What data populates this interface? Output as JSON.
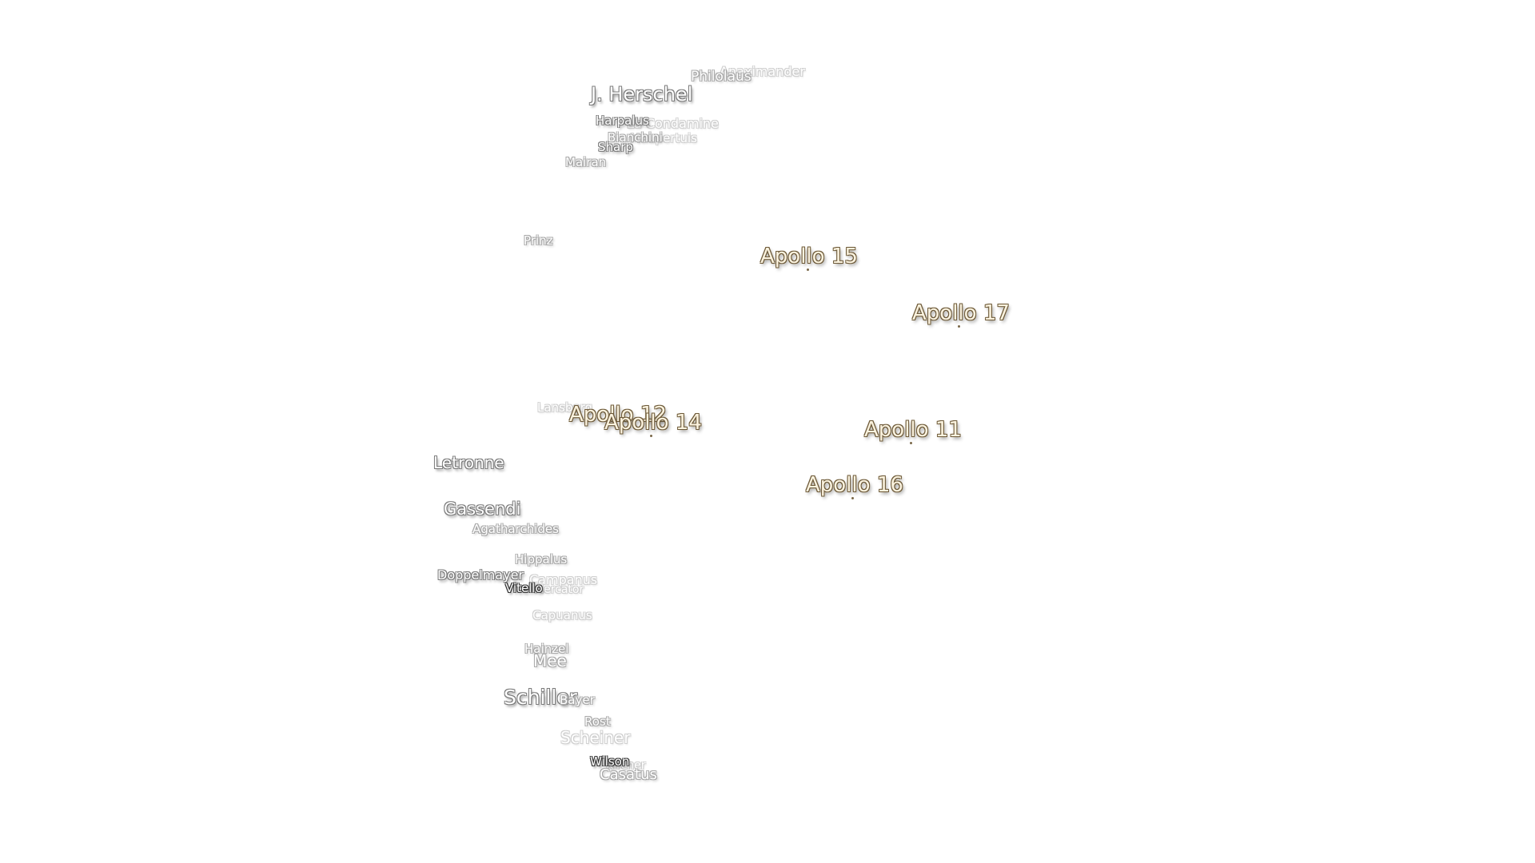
{
  "map": {
    "craters": {
      "herschel": "J. Herschel",
      "philolaus": "Philolaus",
      "anaximander": "Anaximander",
      "harpalus": "Harpalus",
      "la_condamine": "La Condamine",
      "bianchini": "Bianchini",
      "maupertuis": "Maupertuis",
      "sharp": "Sharp",
      "mairan": "Mairan",
      "prinz": "Prinz",
      "lansberg": "Lansberg",
      "letronne": "Letronne",
      "gassendi": "Gassendi",
      "agatharchides": "Agatharchides",
      "hippalus": "Hippalus",
      "doppelmayer": "Doppelmayer",
      "campanus": "Campanus",
      "vitello": "Vitello",
      "mercator": "Mercator",
      "capuanus": "Capuanus",
      "hainzel": "Hainzel",
      "mee": "Mee",
      "schiller": "Schiller",
      "bayer": "Bayer",
      "rost": "Rost",
      "scheiner": "Scheiner",
      "wilson": "Wilson",
      "kircher": "Kircher",
      "casatus": "Casatus"
    },
    "landing_sites": {
      "apollo_11": "Apollo 11",
      "apollo_12": "Apollo 12",
      "apollo_14": "Apollo 14",
      "apollo_15": "Apollo 15",
      "apollo_16": "Apollo 16",
      "apollo_17": "Apollo 17"
    },
    "colors": {
      "background": "#ffffff",
      "crater_label_fill": "#ffffff",
      "apollo_label_fill": "#fbf3df",
      "apollo_label_outline": "#6d5a3a"
    }
  }
}
